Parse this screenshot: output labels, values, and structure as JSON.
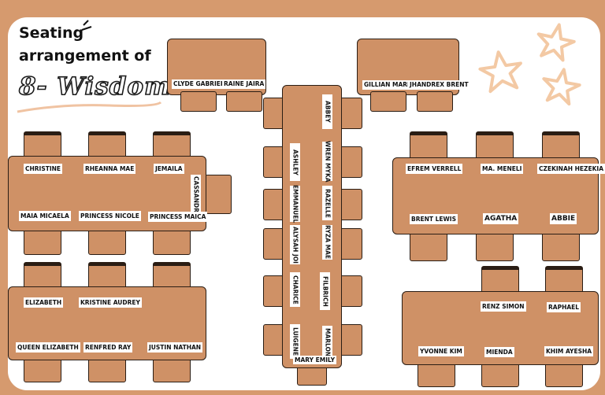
{
  "title": {
    "line1": "Seating",
    "line2": "arrangement of",
    "line3": "8- Wisdom"
  },
  "tables": {
    "top_left": [
      "CLYDE GABRIEL",
      "RAINE JAIRA"
    ],
    "top_right": [
      "GILLIAN MARIE",
      "JHANDREX BRENT"
    ],
    "left_big": [
      "CHRISTINE",
      "RHEANNA MAE",
      "JEMAILA",
      "CASSANDRA",
      "MAIA MICAELA",
      "PRINCESS NICOLE",
      "PRINCESS MAICA"
    ],
    "left_bottom": [
      "ELIZABETH",
      "KRISTINE AUDREY",
      "QUEEN ELIZABETH",
      "RENFRED RAY",
      "JUSTIN NATHAN"
    ],
    "center": [
      "ABBEY",
      "ASHLEY",
      "WREN MYKA",
      "EMMANUEL",
      "RAZELLE",
      "ALYSAH JOI",
      "RYZA MAE",
      "CHARICE",
      "FILBRICH",
      "LUIGENE",
      "MARLON",
      "MARY EMILY"
    ],
    "right_big": [
      "EFREM VERRELL",
      "MA. MENELI",
      "CZEKINAH HEZEKIA",
      "BRENT LEWIS",
      "AGATHA",
      "ABBIE"
    ],
    "right_bottom": [
      "RENZ SIMON",
      "RAPHAEL",
      "YVONNE KIM",
      "MIENDA",
      "KHIM AYESHA"
    ]
  },
  "colors": {
    "background": "#d69a6e",
    "table": "#cf9166",
    "outline": "#2a1d14",
    "star": "#f3c9a4"
  }
}
